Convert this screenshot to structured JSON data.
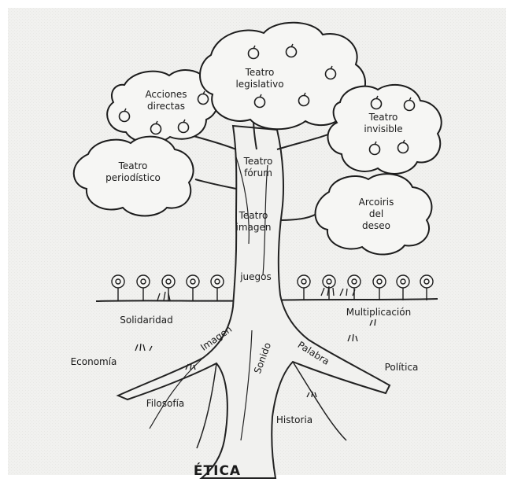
{
  "colors": {
    "paper": "#f2f2f0",
    "ink": "#1a1a1a",
    "border": "#ffffff"
  },
  "icons": [
    "apple-icon",
    "flower-icon",
    "grass-tuft-icon"
  ],
  "diagram": {
    "canopy": {
      "acciones_directas": [
        "Acciones",
        "directas"
      ],
      "teatro_legislativo": [
        "Teatro",
        "legislativo"
      ],
      "teatro_invisible": [
        "Teatro",
        "invisible"
      ],
      "teatro_periodistico": [
        "Teatro",
        "periodístico"
      ],
      "arcoiris_del_deseo": [
        "Arcoiris",
        "del",
        "deseo"
      ]
    },
    "trunk": {
      "teatro_forum": [
        "Teatro",
        "fórum"
      ],
      "teatro_imagen": [
        "Teatro",
        "imagen"
      ],
      "juegos": "juegos"
    },
    "ground": {
      "solidaridad": "Solidaridad",
      "multiplicacion": "Multiplicación"
    },
    "roots": {
      "imagen": "Imagen",
      "sonido": "Sonido",
      "palabra": "Palabra"
    },
    "soil": {
      "economia": "Economía",
      "politica": "Política",
      "filosofia": "Filosofía",
      "historia": "Historia",
      "etica": "ÉTICA"
    }
  }
}
